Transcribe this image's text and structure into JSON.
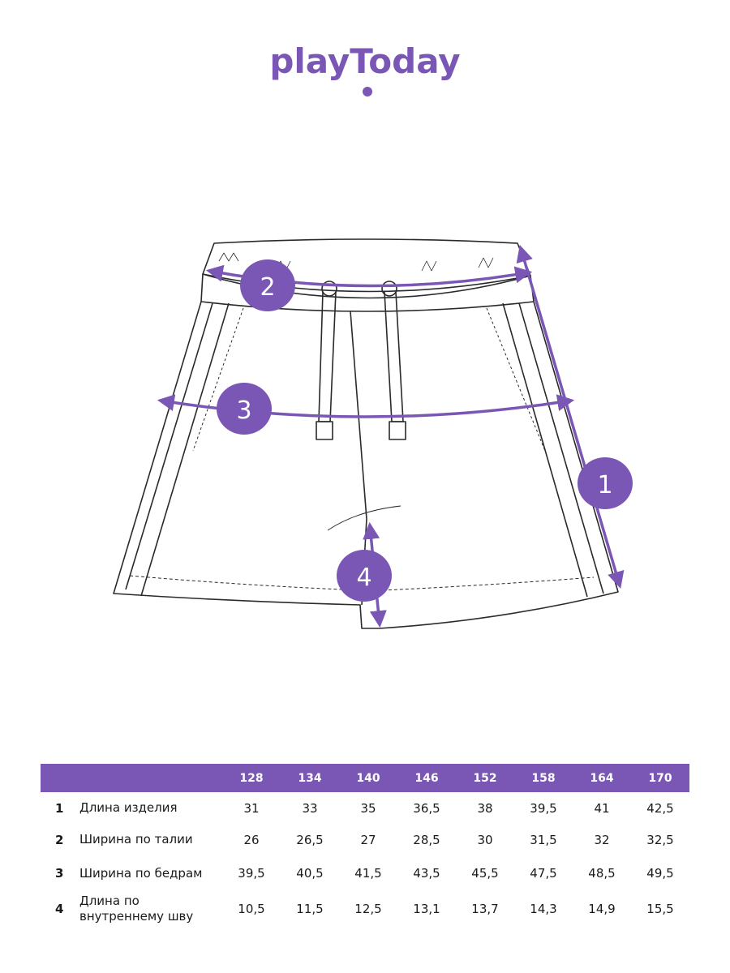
{
  "brand": {
    "logo_text": "playToday",
    "accent_color": "#7b57b5"
  },
  "diagram": {
    "subject": "shorts",
    "callouts": [
      "1",
      "2",
      "3",
      "4"
    ]
  },
  "size_table": {
    "header_color": "#7b57b5",
    "sizes": [
      "128",
      "134",
      "140",
      "146",
      "152",
      "158",
      "164",
      "170"
    ],
    "rows": [
      {
        "num": "1",
        "label": "Длина изделия",
        "values": [
          "31",
          "33",
          "35",
          "36,5",
          "38",
          "39,5",
          "41",
          "42,5"
        ]
      },
      {
        "num": "2",
        "label": "Ширина по талии",
        "values": [
          "26",
          "26,5",
          "27",
          "28,5",
          "30",
          "31,5",
          "32",
          "32,5"
        ]
      },
      {
        "num": "3",
        "label": "Ширина по бедрам",
        "values": [
          "39,5",
          "40,5",
          "41,5",
          "43,5",
          "45,5",
          "47,5",
          "48,5",
          "49,5"
        ]
      },
      {
        "num": "4",
        "label": "Длина по внутреннему шву",
        "values": [
          "10,5",
          "11,5",
          "12,5",
          "13,1",
          "13,7",
          "14,3",
          "14,9",
          "15,5"
        ]
      }
    ]
  }
}
